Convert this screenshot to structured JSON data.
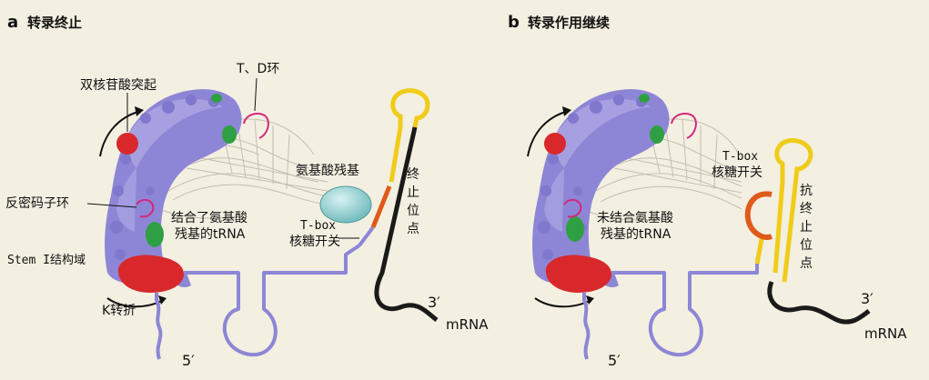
{
  "colors": {
    "background": "#f3efe1",
    "protein_blue": "#8d86d6",
    "protein_blue_light": "#b1abe6",
    "red_domain": "#d8282c",
    "green_patch": "#2ea043",
    "magenta_loop": "#d4287c",
    "strand_lavender": "#8d86d6",
    "terminator_yellow": "#f0cc1a",
    "terminator_black": "#1a1a1a",
    "tbox_orange": "#e05a1a",
    "amino_acid_teal": "#9ed6d6"
  },
  "panel_a": {
    "letter": "a",
    "title": "转录终止",
    "labels": {
      "double_nucleotide": "双核苷酸突起",
      "td_loop": "T、D环",
      "anticodon_loop": "反密码子环",
      "stem_domain": "Stem I结构域",
      "k_turn": "K转折",
      "amino_acid": "氨基酸残基",
      "charged_trna_line1": "结合了氨基酸",
      "charged_trna_line2": "残基的tRNA",
      "tbox_line1": "T-box",
      "tbox_line2": "核糖开关",
      "terminator_vertical": [
        "终",
        "止",
        "位",
        "点"
      ],
      "three_prime": "3′",
      "mrna": "mRNA",
      "five_prime": "5′"
    }
  },
  "panel_b": {
    "letter": "b",
    "title": "转录作用继续",
    "labels": {
      "uncharged_trna_line1": "未结合氨基酸",
      "uncharged_trna_line2": "残基的tRNA",
      "tbox_line1": "T-box",
      "tbox_line2": "核糖开关",
      "antiterminator_vertical": [
        "抗",
        "终",
        "止",
        "位",
        "点"
      ],
      "three_prime": "3′",
      "mrna": "mRNA",
      "five_prime": "5′"
    }
  }
}
